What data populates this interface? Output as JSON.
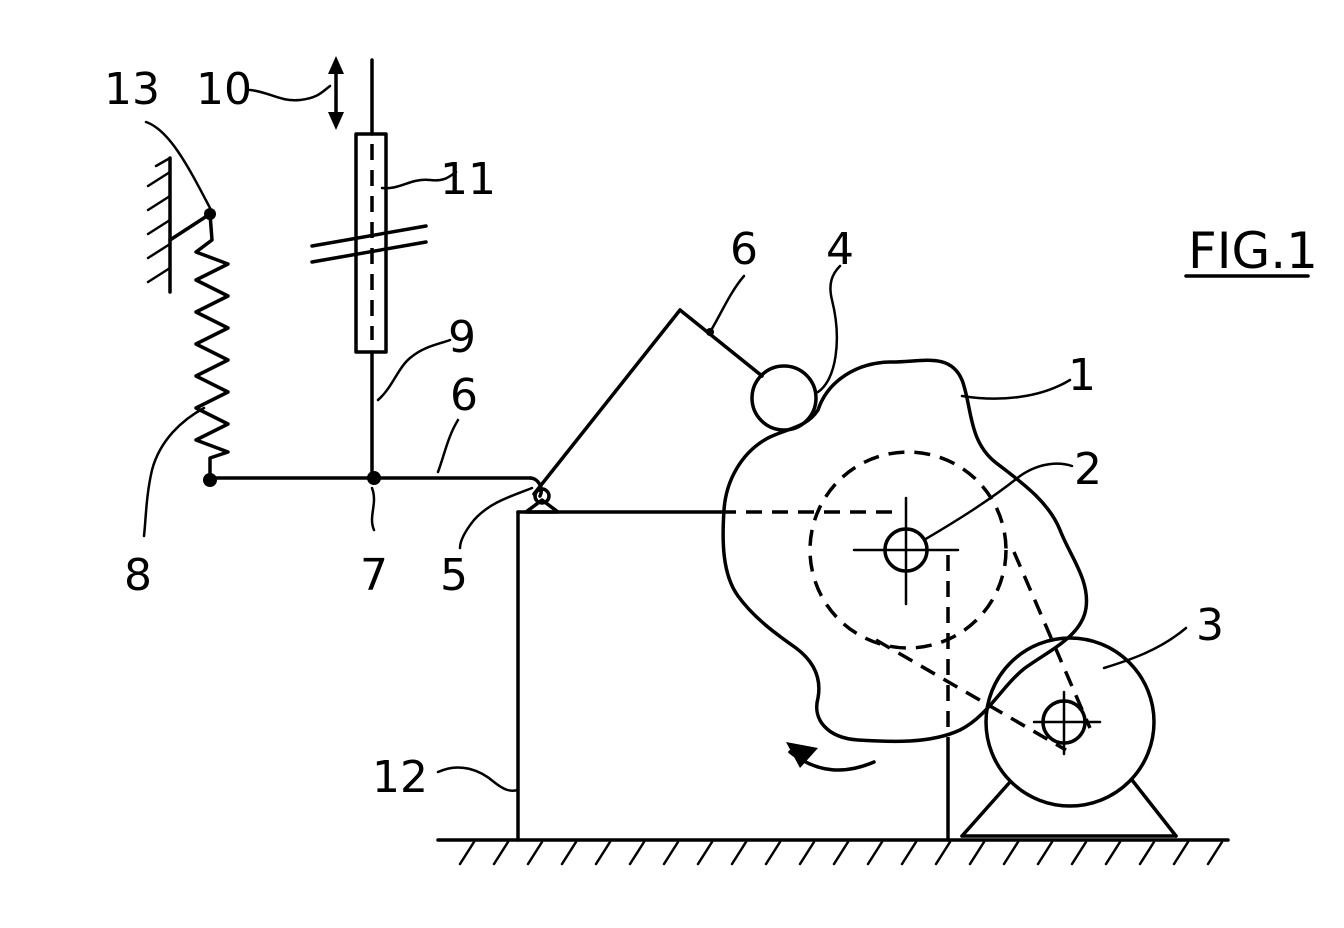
{
  "figure": {
    "title": "FIG.1",
    "labels": {
      "l1": "1",
      "l2": "2",
      "l3": "3",
      "l4": "4",
      "l5": "5",
      "l6a": "6",
      "l6b": "6",
      "l7": "7",
      "l8": "8",
      "l9": "9",
      "l10": "10",
      "l11": "11",
      "l12": "12",
      "l13": "13"
    }
  }
}
